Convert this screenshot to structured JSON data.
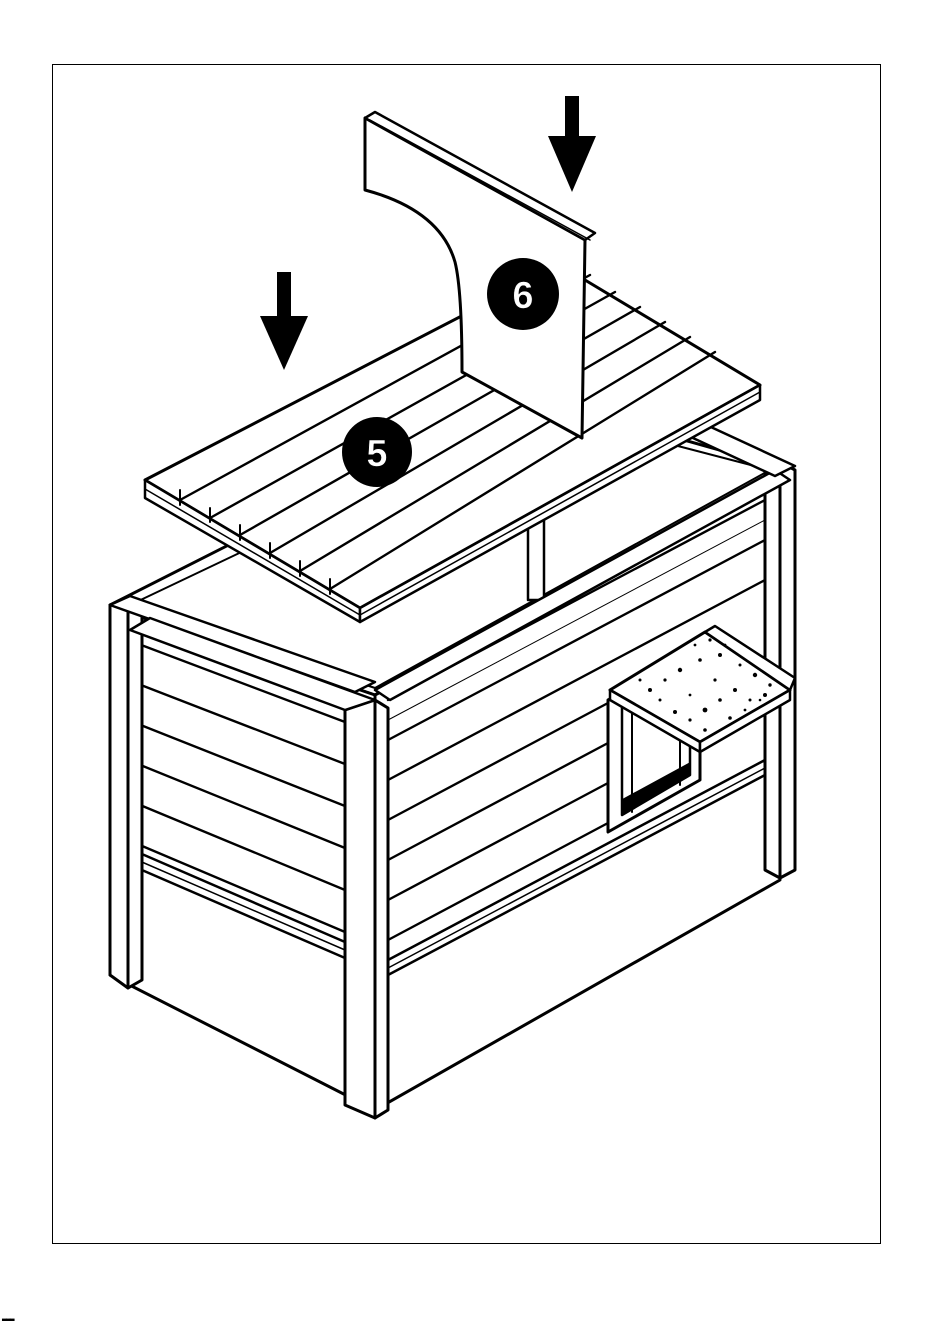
{
  "figure": {
    "subject": "assembly-step-illustration",
    "parts": [
      {
        "id": "part-5",
        "label": "5"
      },
      {
        "id": "part-6",
        "label": "6"
      }
    ],
    "colors": {
      "line": "#000000",
      "fill": "#ffffff",
      "badge": "#000000"
    },
    "icons": [
      "down-arrow-icon",
      "down-arrow-icon"
    ]
  },
  "footer": {
    "mark": "▂▂▂"
  }
}
